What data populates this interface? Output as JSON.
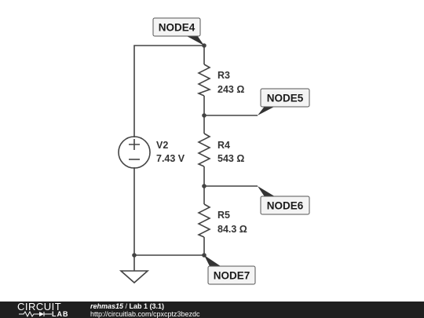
{
  "schematic": {
    "source": {
      "name": "V2",
      "value": "7.43 V"
    },
    "resistors": [
      {
        "name": "R3",
        "value": "243 Ω"
      },
      {
        "name": "R4",
        "value": "543 Ω"
      },
      {
        "name": "R5",
        "value": "84.3 Ω"
      }
    ],
    "nodes": [
      "NODE4",
      "NODE5",
      "NODE6",
      "NODE7"
    ]
  },
  "footer": {
    "logo_top": "CIRCUIT",
    "logo_bottom": "LAB",
    "author": "rehmas15",
    "separator": " / ",
    "title": "Lab 1 (3.1)",
    "url": "http://circuitlab.com/cpxcptz3bezdc"
  }
}
